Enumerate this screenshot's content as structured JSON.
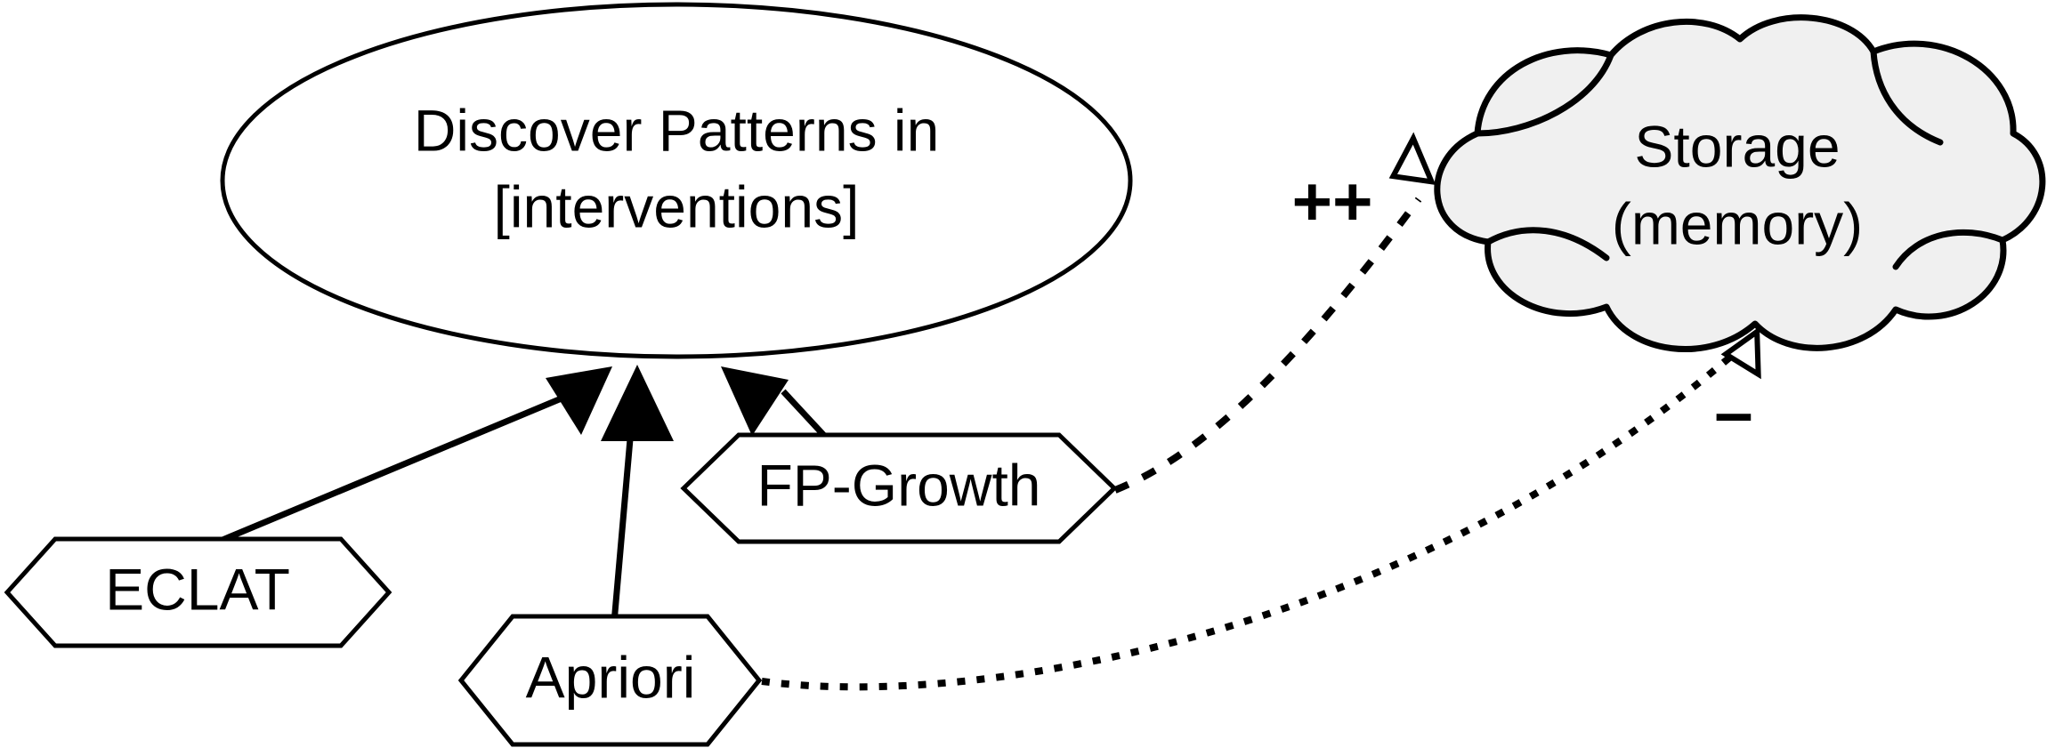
{
  "diagram": {
    "type": "goal-model",
    "background_color": "#ffffff",
    "stroke_color": "#000000",
    "cloud_fill_color": "#f0f0f0",
    "goal": {
      "name": "discover-patterns-goal",
      "shape": "ellipse",
      "line1": "Discover Patterns in",
      "line2": "[interventions]"
    },
    "operationalizations": [
      {
        "name": "eclat",
        "shape": "hexagon",
        "label": "ECLAT"
      },
      {
        "name": "apriori",
        "shape": "hexagon",
        "label": "Apriori"
      },
      {
        "name": "fp-growth",
        "shape": "hexagon",
        "label": "FP-Growth"
      }
    ],
    "softgoal": {
      "name": "storage-memory",
      "shape": "cloud",
      "line1": "Storage",
      "line2": "(memory)"
    },
    "contributions": [
      {
        "name": "fp-growth-to-storage",
        "from": "FP-Growth",
        "to": "Storage (memory)",
        "label": "++",
        "link_style": "dotted",
        "arrow_style": "hollow-triangle"
      },
      {
        "name": "apriori-to-storage",
        "from": "Apriori",
        "to": "Storage (memory)",
        "label": "–",
        "link_style": "dotted",
        "arrow_style": "hollow-triangle"
      }
    ],
    "means_ends_links": [
      {
        "name": "eclat-to-goal",
        "from": "ECLAT",
        "to": "Discover Patterns in [interventions]",
        "link_style": "solid",
        "arrow_style": "filled-triangle"
      },
      {
        "name": "apriori-to-goal",
        "from": "Apriori",
        "to": "Discover Patterns in [interventions]",
        "link_style": "solid",
        "arrow_style": "filled-triangle"
      },
      {
        "name": "fp-growth-to-goal",
        "from": "FP-Growth",
        "to": "Discover Patterns in [interventions]",
        "link_style": "solid",
        "arrow_style": "filled-triangle"
      }
    ]
  }
}
